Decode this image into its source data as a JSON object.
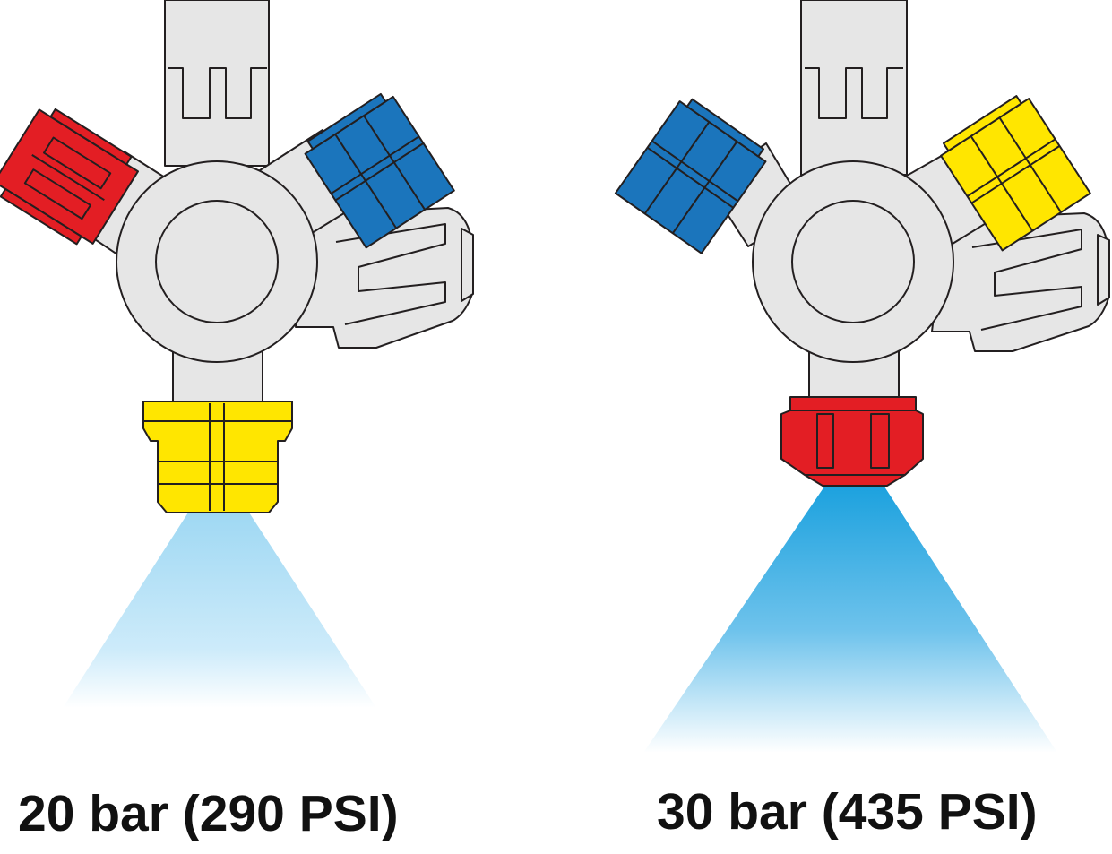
{
  "panels": [
    {
      "label": "20 bar (290 PSI)",
      "active_nozzle_color": "yellow",
      "other_nozzle_colors": [
        "red",
        "blue"
      ]
    },
    {
      "label": "30 bar (435 PSI)",
      "active_nozzle_color": "red",
      "other_nozzle_colors": [
        "blue",
        "yellow"
      ]
    }
  ],
  "colors": {
    "red": "#E31E24",
    "blue": "#1B75BC",
    "yellow": "#FFE600",
    "body_gray": "#E6E6E6",
    "outline": "#231F20",
    "spray_low": "#9FD8F3",
    "spray_high": "#1BA1DE"
  }
}
